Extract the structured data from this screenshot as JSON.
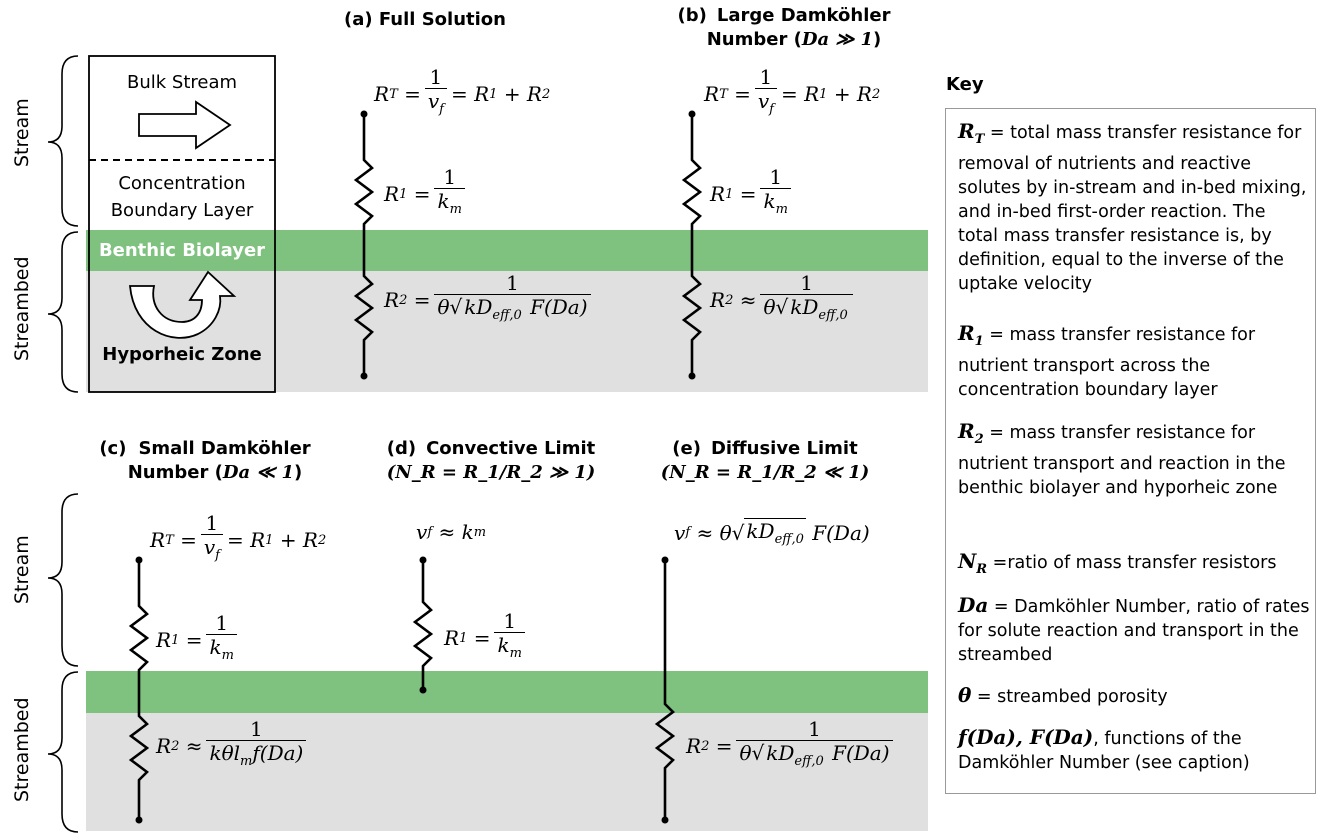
{
  "panels": {
    "a": {
      "tag": "(a)",
      "title": "Full Solution"
    },
    "b": {
      "tag": "(b)",
      "title_line1": "Large Damköhler",
      "title_line2_text": "Number (",
      "title_line2_sym": "Da ≫ 1",
      "title_line2_end": ")"
    },
    "c": {
      "tag": "(c)",
      "title_line1": "Small Damköhler",
      "title_line2_text": "Number (",
      "title_line2_sym": "Da ≪ 1",
      "title_line2_end": ")"
    },
    "d": {
      "tag": "(d)",
      "title_line1": "Convective Limit",
      "title_line2": "(N_R = R_1/R_2 ≫ 1)"
    },
    "e": {
      "tag": "(e)",
      "title_line1": "Diffusive Limit",
      "title_line2": "(N_R = R_1/R_2 ≪ 1)"
    }
  },
  "zones": {
    "stream": "Stream",
    "streambed": "Streambed"
  },
  "schematic": {
    "bulk_stream": "Bulk Stream",
    "boundary_line1": "Concentration",
    "boundary_line2": "Boundary Layer",
    "biolayer": "Benthic Biolayer",
    "hyporheic": "Hyporheic Zone"
  },
  "key": {
    "title": "Key",
    "items": [
      {
        "symbol": "R_T",
        "text": "= total mass transfer resistance for removal of nutrients and reactive solutes by in-stream and in-bed mixing, and in-bed first-order reaction. The total mass transfer resistance is, by definition, equal to the inverse of the uptake velocity"
      },
      {
        "symbol": "R_1",
        "text": "= mass transfer resistance for nutrient transport across the concentration boundary layer"
      },
      {
        "symbol": "R_2",
        "text": "= mass transfer resistance for nutrient transport and reaction in the benthic biolayer and hyporheic zone"
      },
      {
        "symbol": "N_R",
        "text": "=ratio of mass transfer resistors"
      },
      {
        "symbol": "Da",
        "text": "= Damköhler Number, ratio of rates for solute reaction and transport in the streambed"
      },
      {
        "symbol": "θ",
        "text": "= streambed porosity"
      },
      {
        "symbol": "f(Da), F(Da)",
        "text": ", functions of the Damköhler Number (see caption)"
      }
    ]
  },
  "colors": {
    "biolayer": "#7fc17f",
    "streambed": "#e0e0e0"
  }
}
